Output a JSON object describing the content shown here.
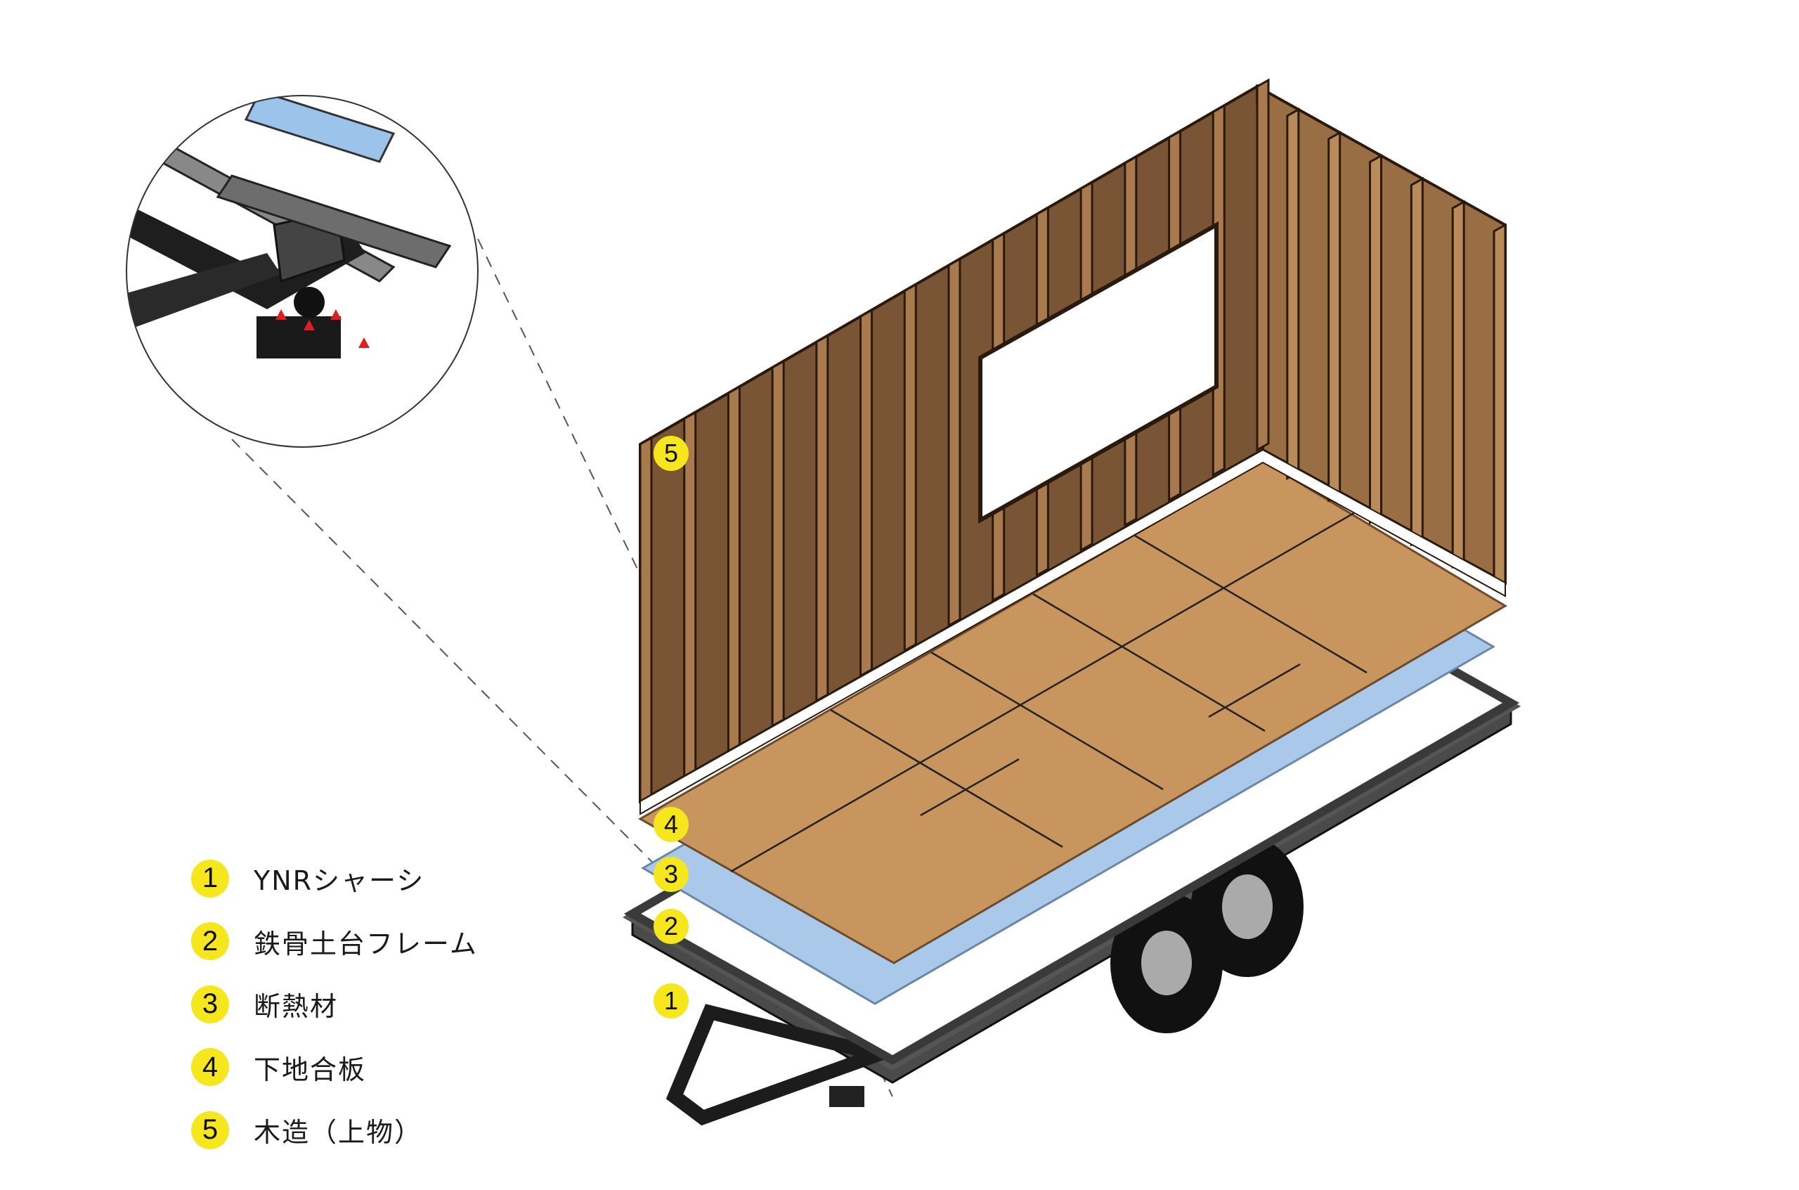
{
  "legend": [
    {
      "number": "1",
      "label": "YNRシャーシ"
    },
    {
      "number": "2",
      "label": "鉄骨土台フレーム"
    },
    {
      "number": "3",
      "label": "断熱材"
    },
    {
      "number": "4",
      "label": "下地合板"
    },
    {
      "number": "5",
      "label": "木造（上物）"
    }
  ],
  "colors": {
    "badge": "#f5e61e",
    "wood": "#7a5535",
    "plywood": "#c9955f",
    "insulation": "#a9c8ea",
    "steel": "#3a3a3a"
  }
}
